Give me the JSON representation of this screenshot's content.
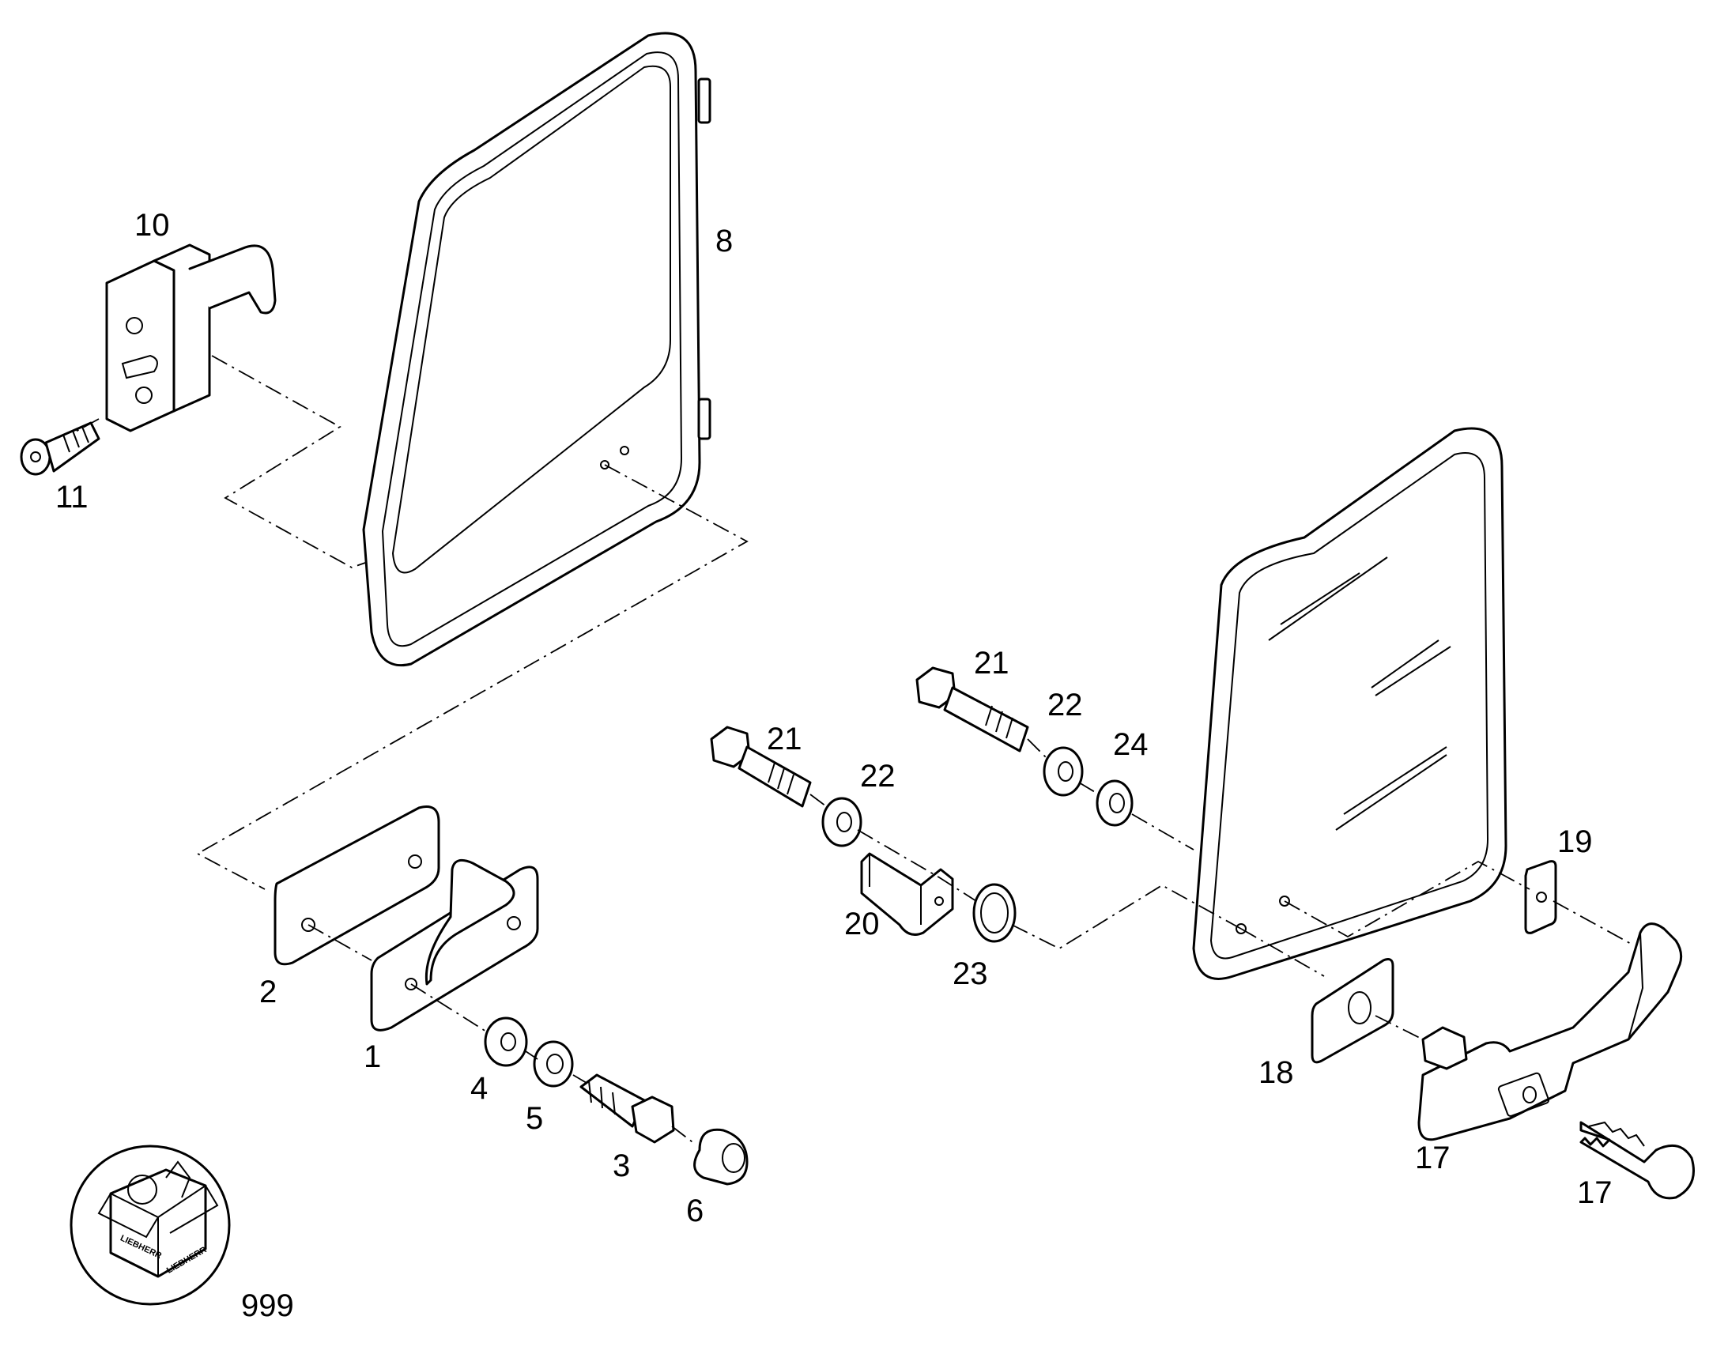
{
  "diagram": {
    "callouts": {
      "c1": "1",
      "c2": "2",
      "c3": "3",
      "c4": "4",
      "c5": "5",
      "c6": "6",
      "c8": "8",
      "c10": "10",
      "c11": "11",
      "c17a": "17",
      "c17b": "17",
      "c18": "18",
      "c19": "19",
      "c20": "20",
      "c21a": "21",
      "c21b": "21",
      "c22a": "22",
      "c22b": "22",
      "c23": "23",
      "c24": "24",
      "c999": "999"
    },
    "logo_text": "LIEBHERR"
  },
  "colors": {
    "line": "#000000",
    "background": "#ffffff"
  }
}
